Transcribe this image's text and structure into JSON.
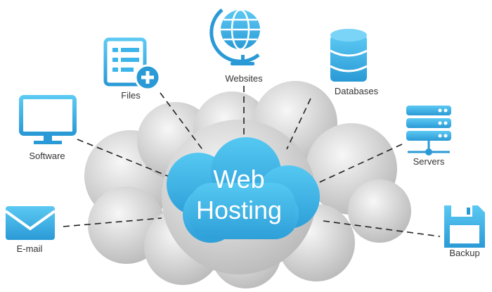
{
  "center": {
    "line1": "Web",
    "line2": "Hosting"
  },
  "nodes": {
    "files": "Files",
    "websites": "Websites",
    "databases": "Databases",
    "software": "Software",
    "servers": "Servers",
    "email": "E-mail",
    "backup": "Backup"
  },
  "colors": {
    "accent": "#3db5ea",
    "cloud": "#d9d9d9",
    "line": "#222222"
  }
}
